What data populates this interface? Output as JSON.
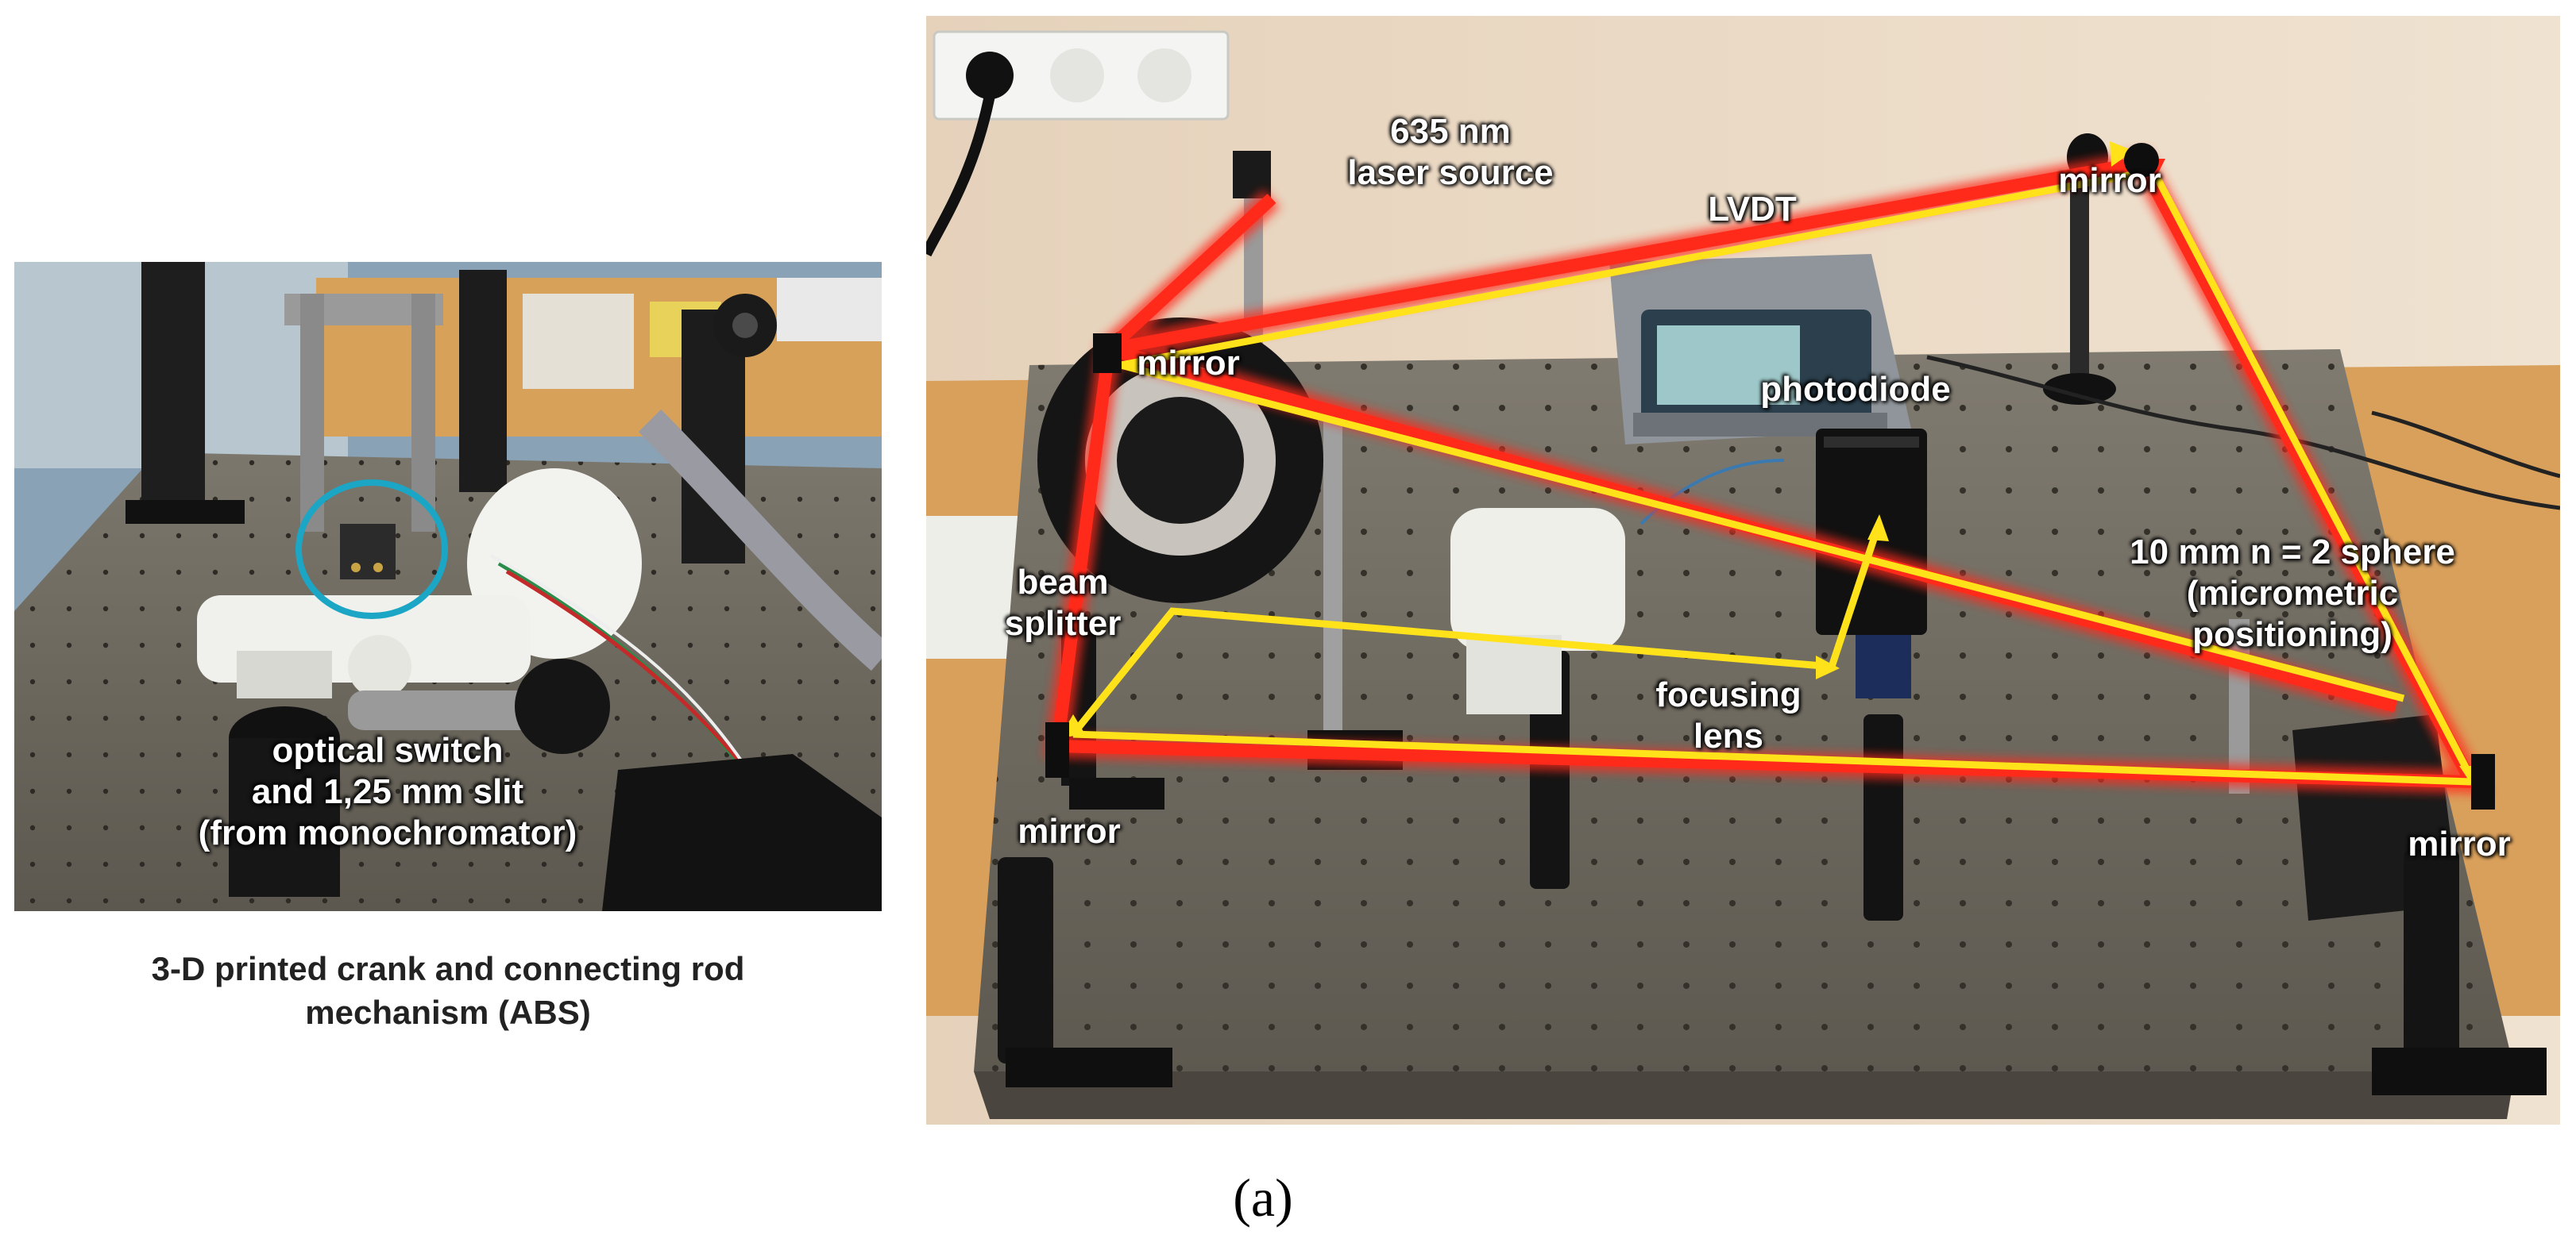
{
  "left_panel": {
    "photo_label": [
      "optical switch",
      "and 1,25 mm slit",
      "(from monochromator)"
    ],
    "caption": [
      "3-D printed crank and connecting rod",
      "mechanism (ABS)"
    ]
  },
  "right_panel": {
    "labels": {
      "laser_source": [
        "635 nm",
        "laser source"
      ],
      "lvdt": "LVDT",
      "mirror_top_right": "mirror",
      "mirror_upper_left": "mirror",
      "photodiode": "photodiode",
      "beam_splitter": [
        "beam",
        "splitter"
      ],
      "sphere": [
        "10 mm n = 2 sphere",
        "(micrometric",
        "positioning)"
      ],
      "focusing_lens": [
        "focusing",
        "lens"
      ],
      "mirror_lower_left": "mirror",
      "mirror_lower_right": "mirror"
    }
  },
  "sublabel": "(a)",
  "colors": {
    "beam_red": "#ff2a1a",
    "beam_yellow": "#ffe21a",
    "wall": "#e8d6c0",
    "breadboard": "#6f6a60",
    "desk": "#d9a05c",
    "ring_cyan": "#1aa6c4"
  }
}
